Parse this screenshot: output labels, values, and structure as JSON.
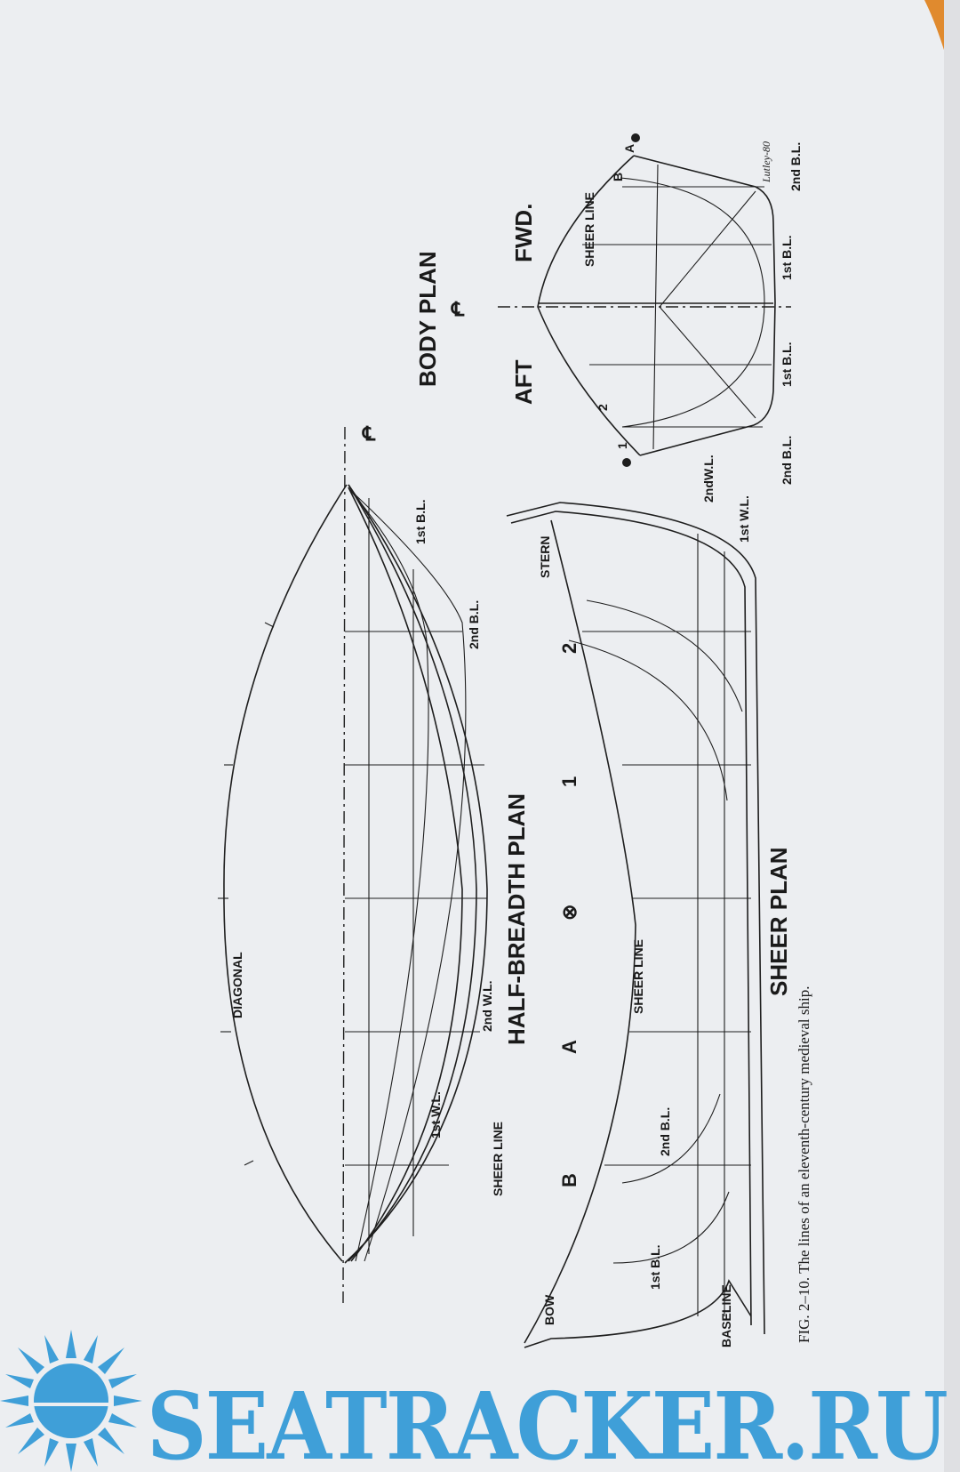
{
  "half_breadth_plan": {
    "title": "HALF-BREADTH PLAN",
    "labels": {
      "diagonal": "DIAGONAL",
      "first_bl": "1st B.L.",
      "second_bl": "2nd B.L.",
      "first_wl": "1st W.L.",
      "second_wl": "2nd W.L.",
      "sheer_line": "SHEER LINE",
      "centerline": "℄"
    }
  },
  "stations": {
    "b": "B",
    "a": "A",
    "mid": "⊗",
    "one": "1",
    "two": "2"
  },
  "sheer_plan": {
    "title": "SHEER PLAN",
    "labels": {
      "bow": "BOW",
      "stern": "STERN",
      "baseline": "BASELINE",
      "sheer_line": "SHEER LINE",
      "first_bl": "1st B.L.",
      "second_bl": "2nd B.L.",
      "first_wl": "1st W.L.",
      "second_wl": "2ndW.L."
    }
  },
  "body_plan": {
    "title": "BODY PLAN",
    "aft": "AFT",
    "fwd": "FWD.",
    "centerline": "℄",
    "sheer_line": "SHEER LINE",
    "frames": {
      "one": "1",
      "two": "2",
      "b": "B",
      "a": "A"
    },
    "bottom_labels": {
      "second_bl_aft": "2nd B.L.",
      "first_bl_aft": "1st B.L.",
      "first_bl_fwd": "1st B.L.",
      "second_bl_fwd": "2nd B.L."
    },
    "signature": "Lutley-80"
  },
  "caption": "FIG. 2–10. The lines of an eleventh-century medieval ship.",
  "watermark": "SEATRACKER.RU",
  "colors": {
    "paper": "#eceef1",
    "ink": "#1e1e1e",
    "watermark": "#3f9fd8",
    "edge": "#e08a2e"
  }
}
